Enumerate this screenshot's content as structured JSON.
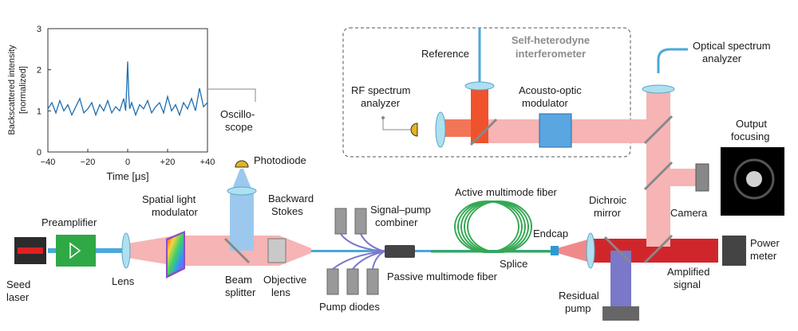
{
  "labels": {
    "seed_laser": [
      "Seed",
      "laser"
    ],
    "preamplifier": "Preamplifier",
    "lens": "Lens",
    "slm": [
      "Spatial light",
      "modulator"
    ],
    "beam_splitter": [
      "Beam",
      "splitter"
    ],
    "objective_lens": [
      "Objective",
      "lens"
    ],
    "oscilloscope": [
      "Oscillo-",
      "scope"
    ],
    "photodiode": "Photodiode",
    "backward_stokes": [
      "Backward",
      "Stokes"
    ],
    "pump_diodes": "Pump diodes",
    "signal_pump_combiner": [
      "Signal–pump",
      "combiner"
    ],
    "active_fiber": "Active multimode fiber",
    "passive_fiber": "Passive multimode fiber",
    "splice": "Splice",
    "endcap": "Endcap",
    "dichroic_mirror": [
      "Dichroic",
      "mirror"
    ],
    "residual_pump": [
      "Residual",
      "pump"
    ],
    "amplified_signal": [
      "Amplified",
      "signal"
    ],
    "power_meter": [
      "Power",
      "meter"
    ],
    "camera": "Camera",
    "output_focusing": [
      "Output",
      "focusing"
    ],
    "osa": [
      "Optical spectrum",
      "analyzer"
    ],
    "self_heterodyne": [
      "Self-heterodyne",
      "interferometer"
    ],
    "reference": "Reference",
    "aom": [
      "Acousto-optic",
      "modulator"
    ],
    "rf_analyzer": [
      "RF spectrum",
      "analyzer"
    ]
  },
  "chart_data": {
    "type": "line",
    "xlabel": "Time [μs]",
    "ylabel": [
      "Backscattered intensity",
      "[normalized]"
    ],
    "xlim": [
      -40,
      40
    ],
    "ylim": [
      0,
      3
    ],
    "xticks": [
      "−40",
      "−20",
      "0",
      "+20",
      "+40"
    ],
    "yticks": [
      "0",
      "1",
      "2",
      "3"
    ],
    "series": [
      {
        "color": "#1f6fb0",
        "x": [
          -40,
          -38,
          -36,
          -34,
          -32,
          -30,
          -28,
          -26,
          -24,
          -22,
          -20,
          -18,
          -16,
          -14,
          -12,
          -10,
          -8,
          -6,
          -4,
          -2,
          -1,
          -0.5,
          0,
          0.5,
          1,
          2,
          4,
          6,
          8,
          10,
          12,
          14,
          16,
          18,
          20,
          22,
          24,
          26,
          28,
          30,
          32,
          34,
          36,
          38,
          40
        ],
        "y": [
          1.05,
          1.2,
          0.95,
          1.25,
          1.0,
          1.15,
          0.9,
          1.1,
          1.3,
          0.95,
          1.05,
          1.2,
          0.9,
          1.15,
          1.0,
          1.25,
          0.95,
          1.1,
          1.0,
          1.3,
          1.0,
          1.6,
          2.2,
          1.4,
          1.05,
          1.2,
          0.9,
          1.15,
          1.05,
          1.25,
          0.95,
          1.1,
          1.2,
          0.95,
          1.35,
          1.0,
          1.15,
          0.9,
          1.2,
          1.05,
          1.3,
          1.0,
          1.55,
          1.1,
          1.2
        ]
      }
    ]
  },
  "colors": {
    "signal_beam": "#f08a8a",
    "amplified_beam": "#d0262b",
    "pump_beam": "#7a78c8",
    "stokes_beam": "#7fb6e6",
    "fiber": "#34a853",
    "reference_beam": "#f0522d"
  }
}
